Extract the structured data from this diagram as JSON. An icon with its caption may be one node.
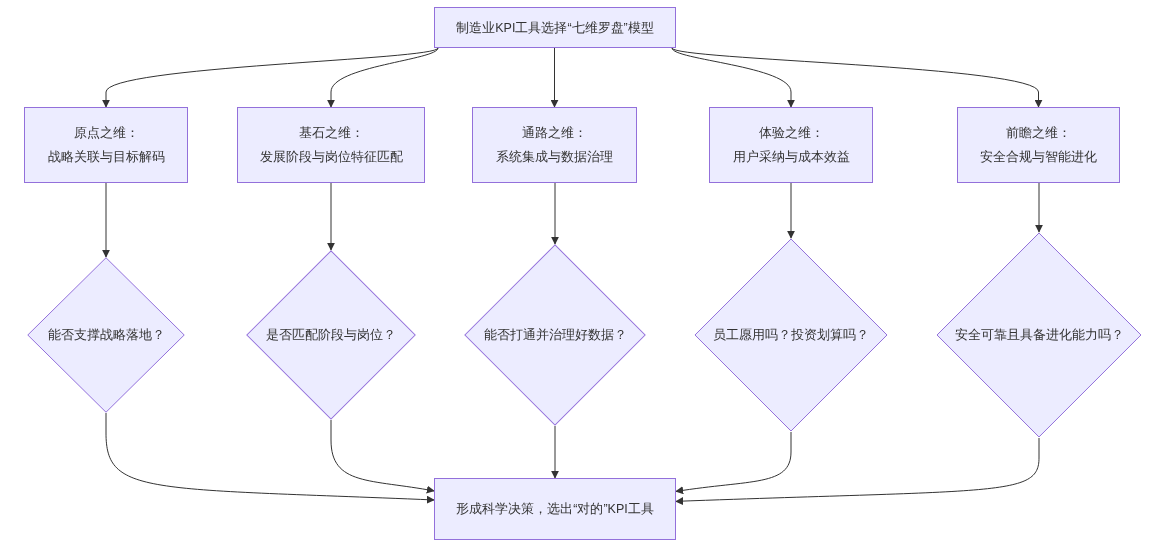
{
  "diagram": {
    "nodes": [
      {
        "text": [
          "制造业KPI工具选择“七维罗盘”模型"
        ]
      },
      {
        "text": [
          "原点之维：",
          "战略关联与目标解码"
        ]
      },
      {
        "text": [
          "基石之维：",
          "发展阶段与岗位特征匹配"
        ]
      },
      {
        "text": [
          "通路之维：",
          "系统集成与数据治理"
        ]
      },
      {
        "text": [
          "体验之维：",
          "用户采纳与成本效益"
        ]
      },
      {
        "text": [
          "前瞻之维：",
          "安全合规与智能进化"
        ]
      },
      {
        "text": [
          "能否支撑战略落地？"
        ]
      },
      {
        "text": [
          "是否匹配阶段与岗位？"
        ]
      },
      {
        "text": [
          "能否打通并治理好数据？"
        ]
      },
      {
        "text": [
          "员工愿用吗？投资划算吗？"
        ]
      },
      {
        "text": [
          "安全可靠且具备进化能力吗？"
        ]
      },
      {
        "text": [
          "形成科学决策，选出“对的”KPI工具"
        ]
      }
    ],
    "edges": [
      {
        "from": 0,
        "to": 1,
        "arrow": "to"
      },
      {
        "from": 0,
        "to": 2,
        "arrow": "to"
      },
      {
        "from": 0,
        "to": 3,
        "arrow": "to"
      },
      {
        "from": 0,
        "to": 4,
        "arrow": "to"
      },
      {
        "from": 0,
        "to": 5,
        "arrow": "to"
      },
      {
        "from": 1,
        "to": 6,
        "arrow": "to"
      },
      {
        "from": 2,
        "to": 7,
        "arrow": "to"
      },
      {
        "from": 3,
        "to": 8,
        "arrow": "to"
      },
      {
        "from": 4,
        "to": 9,
        "arrow": "to"
      },
      {
        "from": 5,
        "to": 10,
        "arrow": "to"
      },
      {
        "from": 6,
        "to": 11,
        "arrow": "to"
      },
      {
        "from": 7,
        "to": 11,
        "arrow": "to"
      },
      {
        "from": 8,
        "to": 11,
        "arrow": "to"
      },
      {
        "from": 9,
        "to": 11,
        "arrow": "to"
      },
      {
        "from": 10,
        "to": 11,
        "arrow": "to"
      }
    ]
  }
}
